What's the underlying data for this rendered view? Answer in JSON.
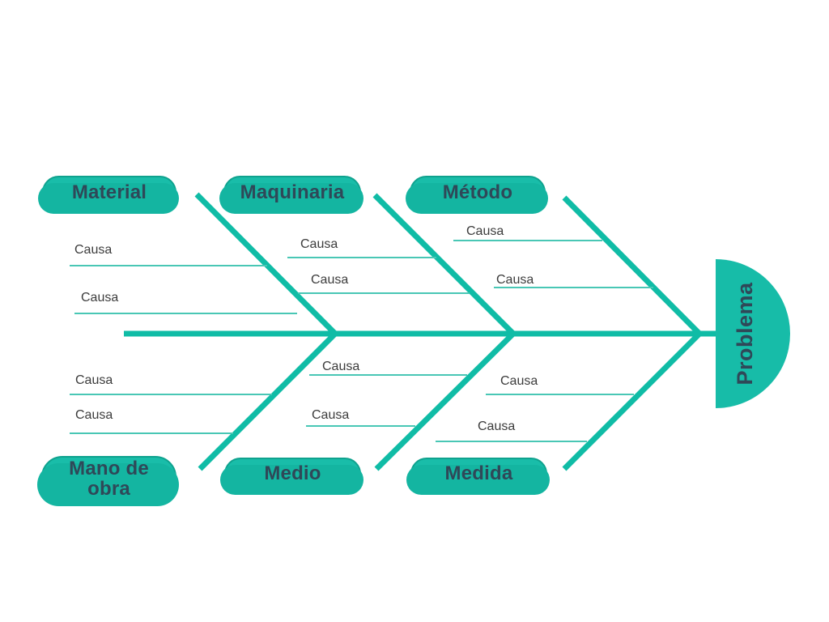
{
  "diagram": {
    "type": "fishbone-ishikawa",
    "problem": {
      "label": "Problema"
    },
    "categories": [
      {
        "label": "Material",
        "side": "top",
        "causes": [
          "Causa",
          "Causa"
        ]
      },
      {
        "label": "Maquinaria",
        "side": "top",
        "causes": [
          "Causa",
          "Causa"
        ]
      },
      {
        "label": "Método",
        "side": "top",
        "causes": [
          "Causa",
          "Causa"
        ]
      },
      {
        "label": "Mano de obra",
        "side": "bottom",
        "causes": [
          "Causa",
          "Causa"
        ]
      },
      {
        "label": "Medio",
        "side": "bottom",
        "causes": [
          "Causa",
          "Causa"
        ]
      },
      {
        "label": "Medida",
        "side": "bottom",
        "causes": [
          "Causa",
          "Causa"
        ]
      }
    ],
    "colors": {
      "bone_teal": "#10bca6",
      "pill_fill": "#19bda9",
      "pill_border": "#0fa28e",
      "pill_backdrop": "#14b5a1",
      "dark_text": "#2f4858",
      "cause_text": "#3c3c3c",
      "cause_line": "#49c7b5",
      "background": "#ffffff"
    }
  }
}
